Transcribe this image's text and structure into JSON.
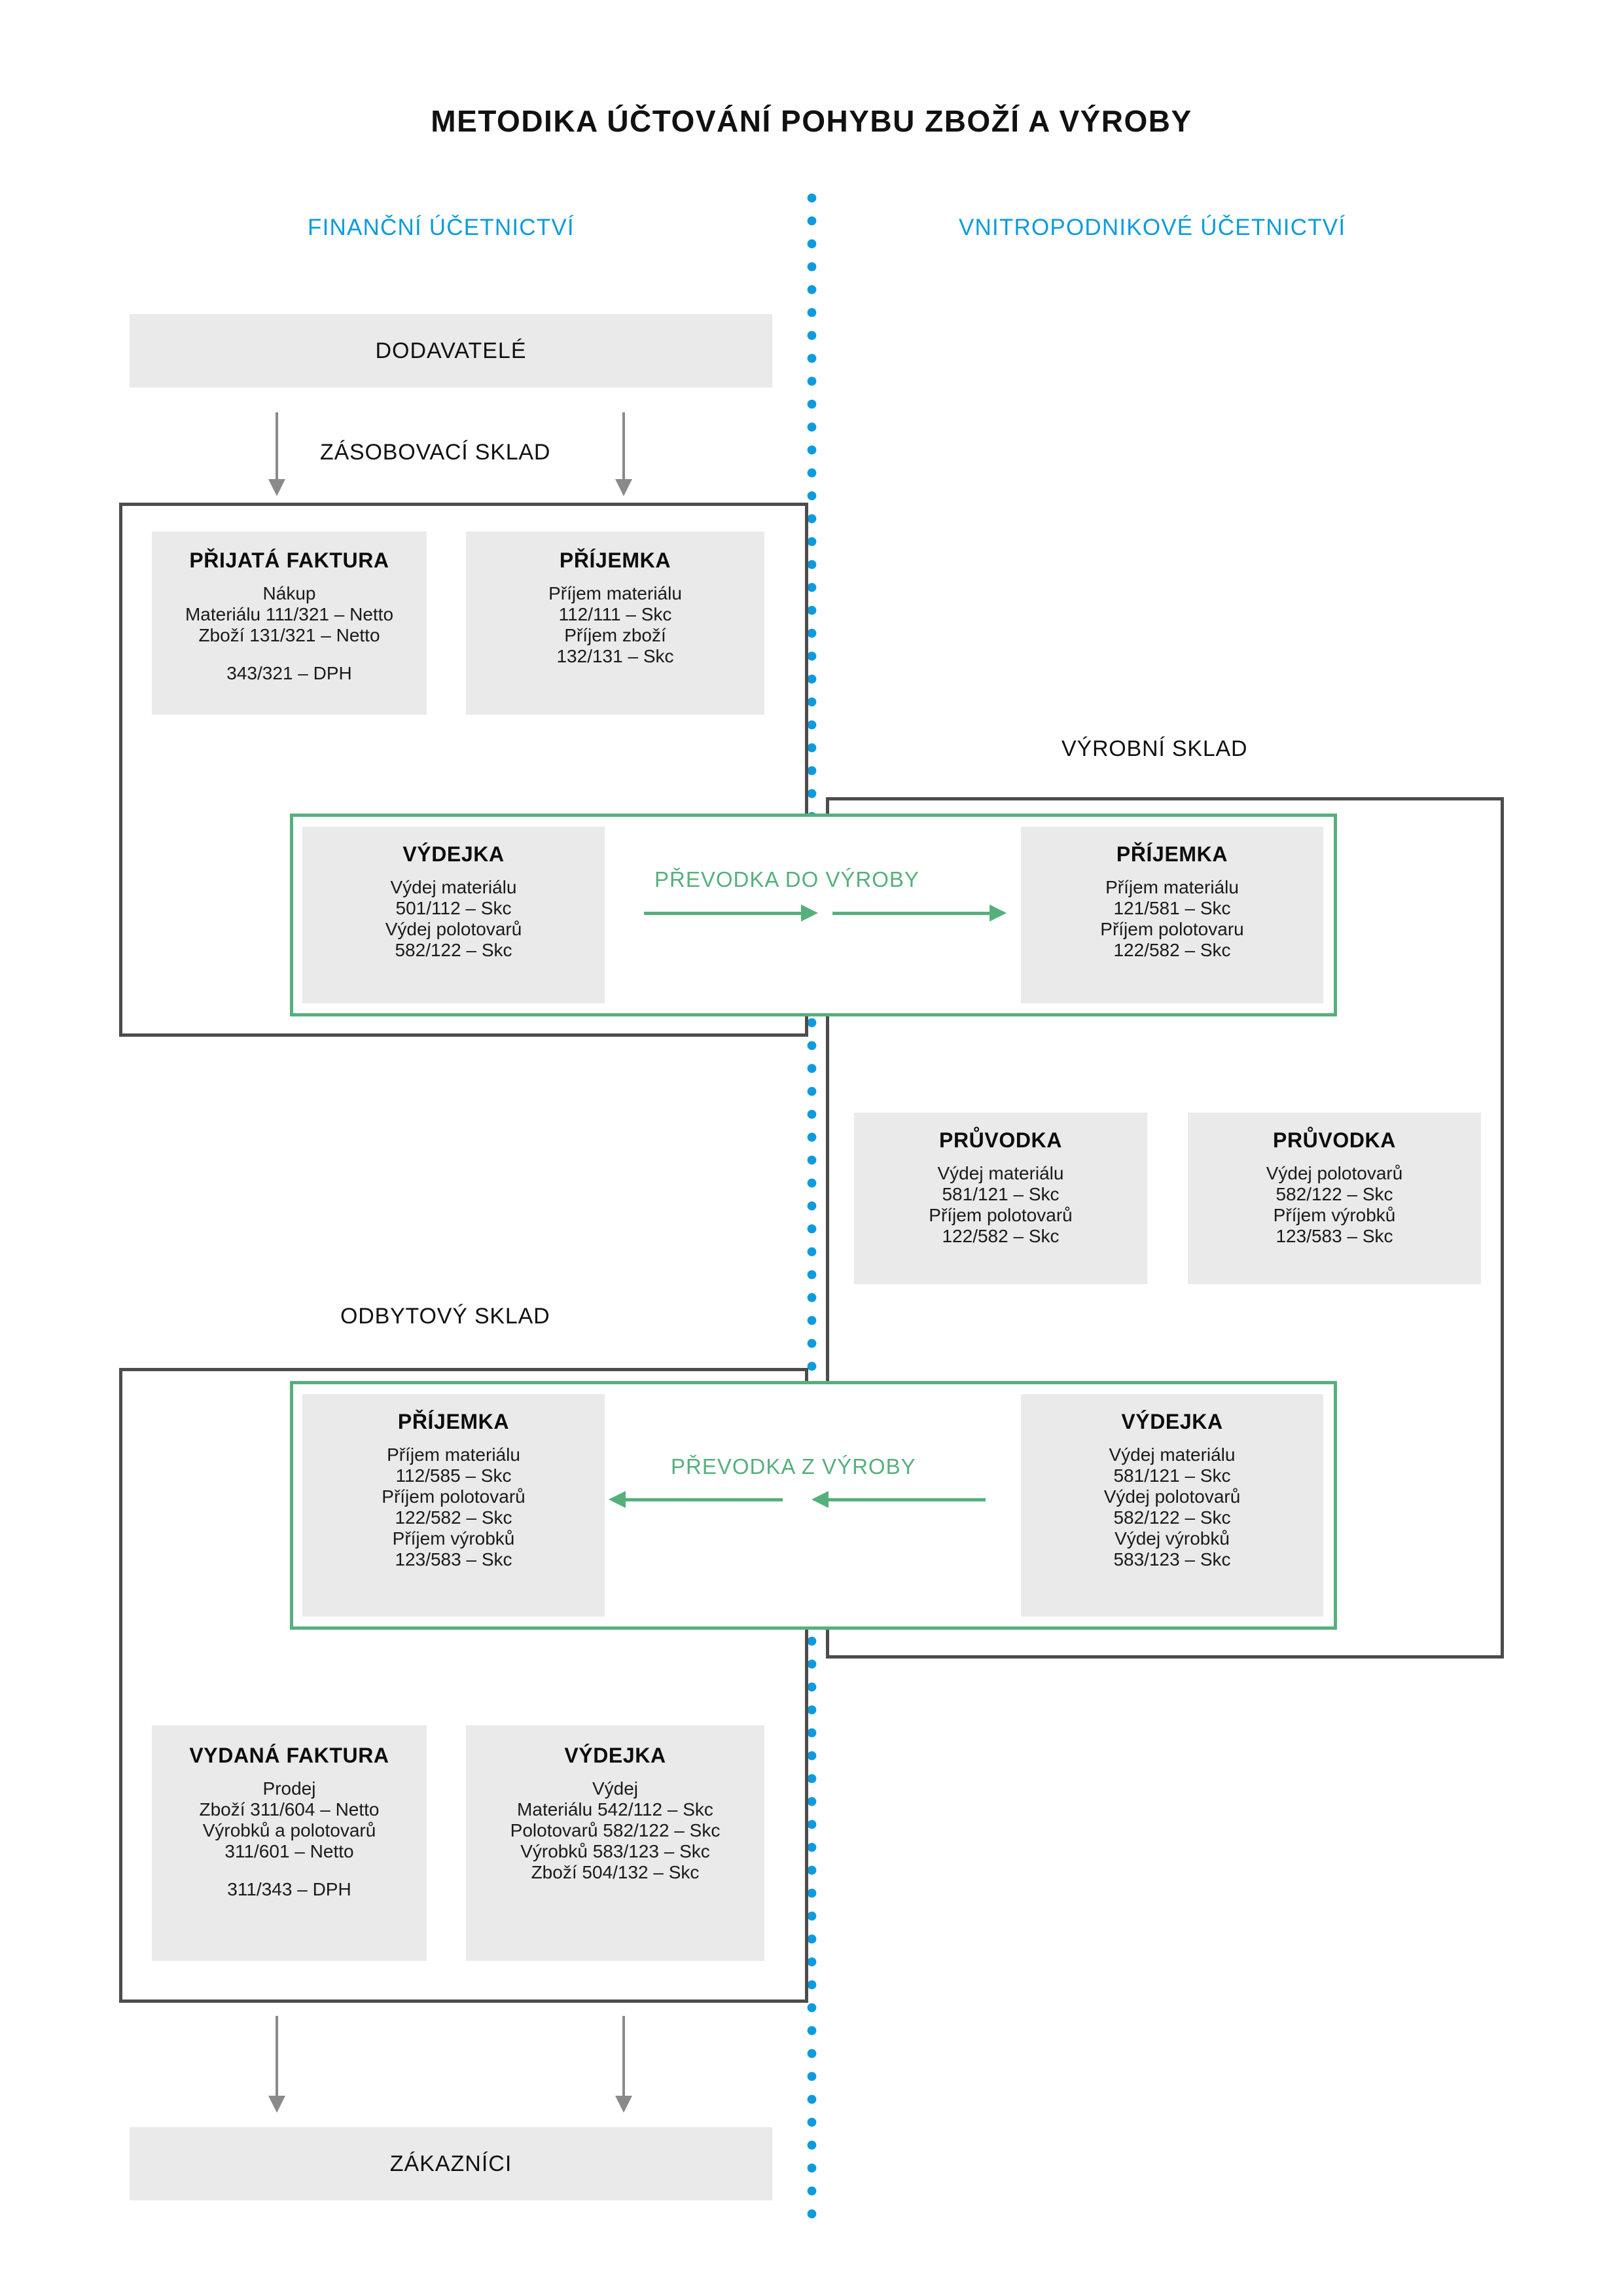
{
  "title": "METODIKA ÚČTOVÁNÍ POHYBU ZBOŽÍ A VÝROBY",
  "colors": {
    "accent_blue": "#0C9BDC",
    "accent_green": "#56B07C",
    "frame_dark": "#4C4C4C",
    "box_grey": "#EAEAEA",
    "arrow_grey": "#8A8A8A"
  },
  "columns": {
    "left_heading": "FINANČNÍ ÚČETNICTVÍ",
    "right_heading": "VNITROPODNIKOVÉ ÚČETNICTVÍ"
  },
  "banners": {
    "suppliers": "DODAVATELÉ",
    "customers": "ZÁKAZNÍCI"
  },
  "warehouses": {
    "supply": "ZÁSOBOVACÍ SKLAD",
    "production": "VÝROBNÍ SKLAD",
    "sales": "ODBYTOVÝ SKLAD"
  },
  "transfers": {
    "into_production": "PŘEVODKA  DO VÝROBY",
    "from_production": "PŘEVODKA  Z VÝROBY"
  },
  "boxes": {
    "received_invoice": {
      "title": "PŘIJATÁ FAKTURA",
      "lines": [
        "Nákup",
        "Materiálu 111/321 – Netto",
        "Zboží 131/321 – Netto"
      ],
      "lines2": [
        "343/321 – DPH"
      ]
    },
    "receipt_supply": {
      "title": "PŘÍJEMKA",
      "lines": [
        "Příjem materiálu",
        "112/111 – Skc",
        "Příjem zboží",
        "132/131 – Skc"
      ]
    },
    "issue_to_production": {
      "title": "VÝDEJKA",
      "lines": [
        "Výdej materiálu",
        "501/112 – Skc",
        "Výdej polotovarů",
        "582/122 – Skc"
      ]
    },
    "receipt_production": {
      "title": "PŘÍJEMKA",
      "lines": [
        "Příjem materiálu",
        "121/581 – Skc",
        "Příjem polotovaru",
        "122/582 – Skc"
      ]
    },
    "routing_card_1": {
      "title": "PRŮVODKA",
      "lines": [
        "Výdej materiálu",
        "581/121 – Skc",
        "Příjem polotovarů",
        "122/582 – Skc"
      ]
    },
    "routing_card_2": {
      "title": "PRŮVODKA",
      "lines": [
        "Výdej polotovarů",
        "582/122 – Skc",
        "Příjem výrobků",
        "123/583 – Skc"
      ]
    },
    "receipt_sales": {
      "title": "PŘÍJEMKA",
      "lines": [
        "Příjem materiálu",
        "112/585 – Skc",
        "Příjem polotovarů",
        "122/582 – Skc",
        "Příjem výrobků",
        "123/583 – Skc"
      ]
    },
    "issue_from_production": {
      "title": "VÝDEJKA",
      "lines": [
        "Výdej materiálu",
        "581/121 – Skc",
        "Výdej polotovarů",
        "582/122 – Skc",
        "Výdej výrobků",
        "583/123 – Skc"
      ]
    },
    "issued_invoice": {
      "title": "VYDANÁ FAKTURA",
      "lines": [
        "Prodej",
        "Zboží 311/604 – Netto",
        "Výrobků a polotovarů",
        "311/601 – Netto"
      ],
      "lines2": [
        "311/343 – DPH"
      ]
    },
    "issue_sales": {
      "title": "VÝDEJKA",
      "lines": [
        "Výdej",
        "Materiálu 542/112 – Skc",
        "Polotovarů 582/122 – Skc",
        "Výrobků 583/123 – Skc",
        "Zboží 504/132 – Skc"
      ]
    }
  }
}
